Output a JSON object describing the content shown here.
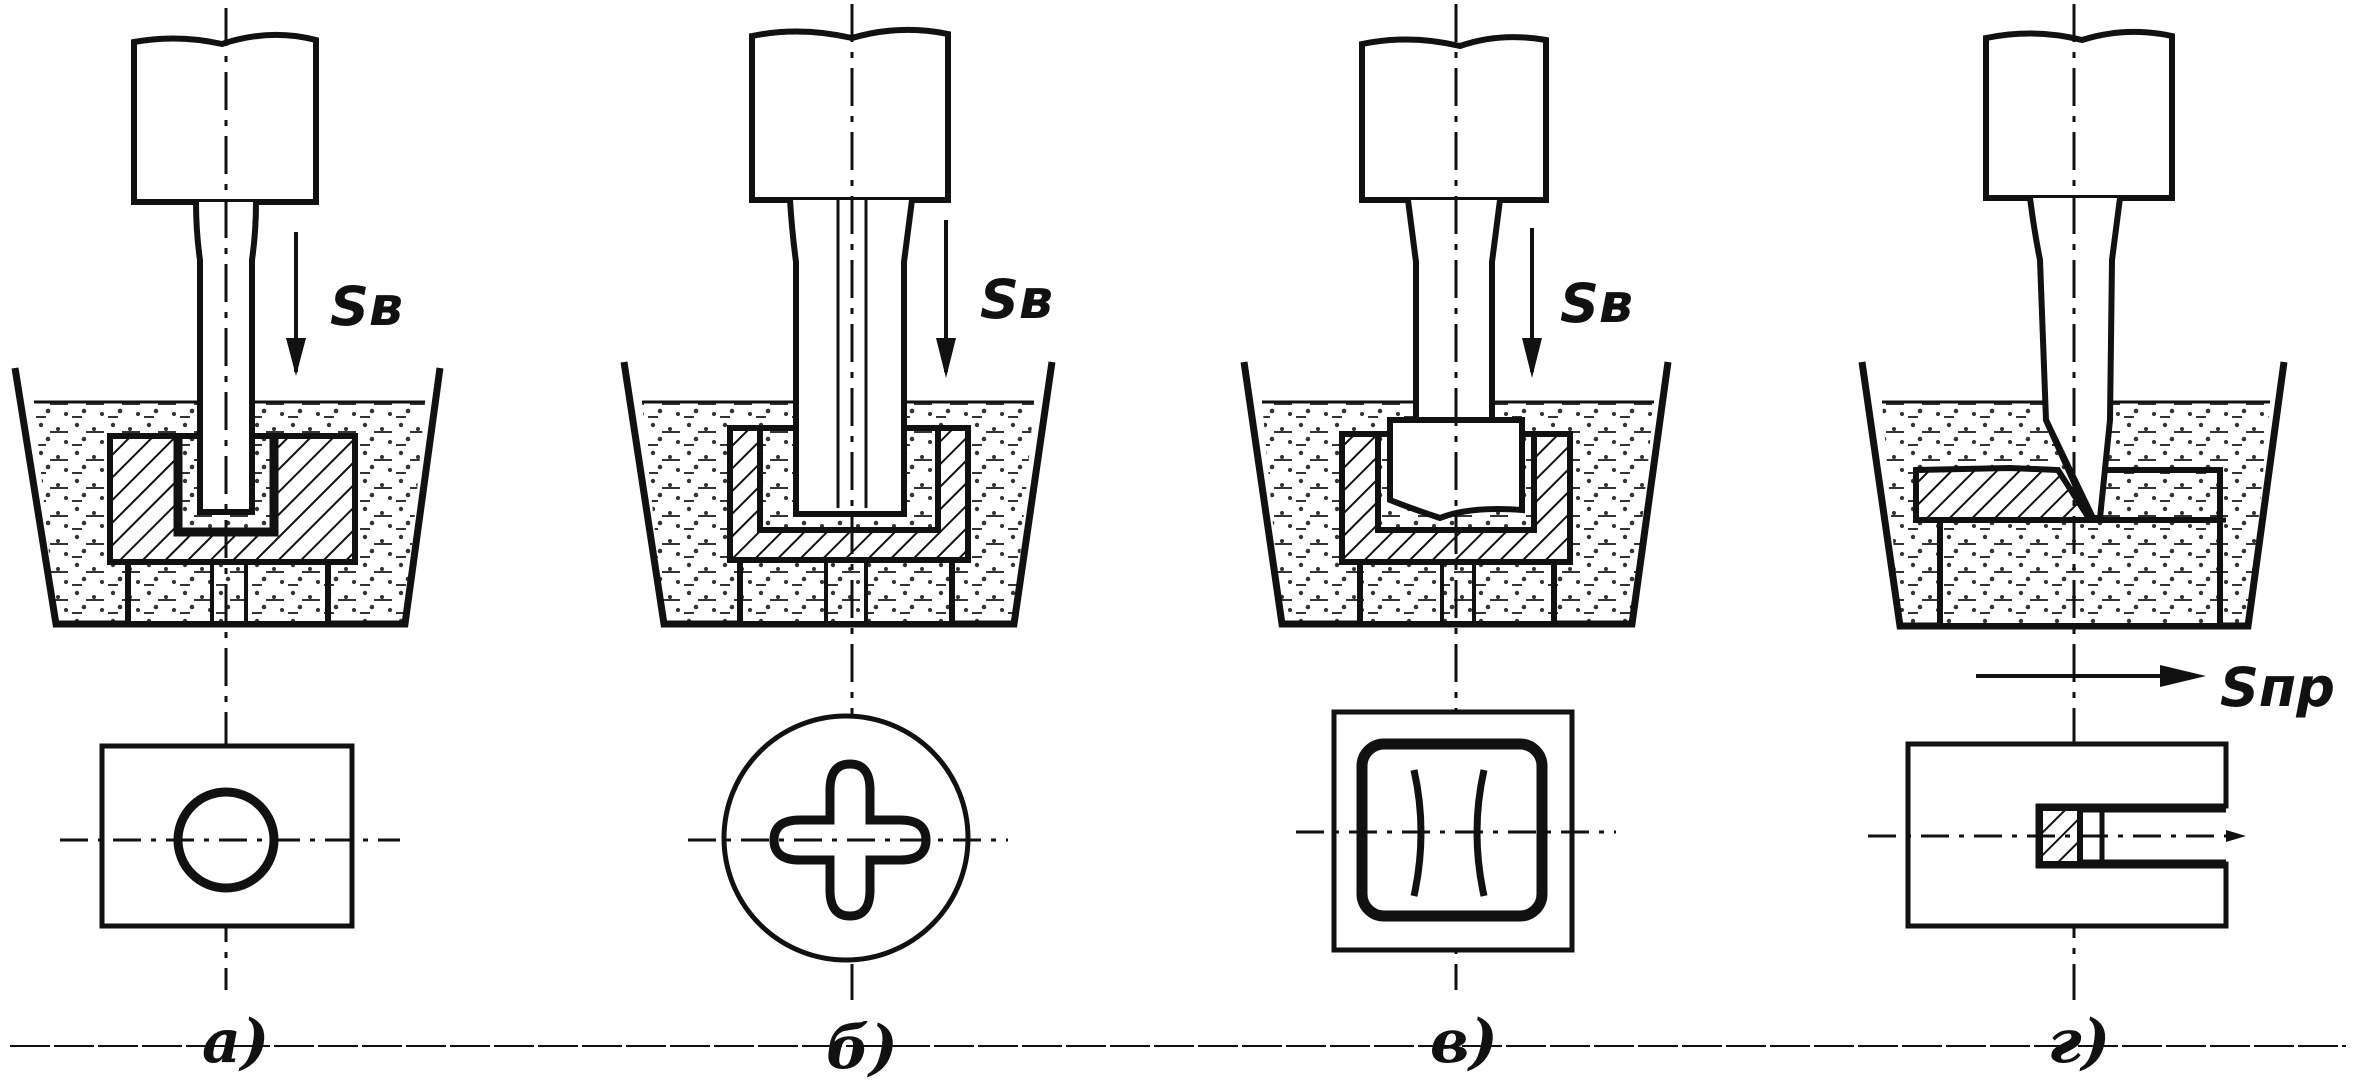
{
  "diagram": {
    "panels": [
      {
        "id": "a",
        "caption": "а)",
        "feed_label": "Sв",
        "top_view": "circle"
      },
      {
        "id": "b",
        "caption": "б)",
        "feed_label": "Sв",
        "top_view": "cross"
      },
      {
        "id": "v",
        "caption": "в)",
        "feed_label": "Sв",
        "top_view": "square-slot"
      },
      {
        "id": "g",
        "caption": "г)",
        "feed_label": "Sпр",
        "top_view": "u-slot"
      }
    ],
    "colors": {
      "ink": "#111111",
      "paper": "#ffffff",
      "abrasive_dots": "#333333"
    }
  }
}
